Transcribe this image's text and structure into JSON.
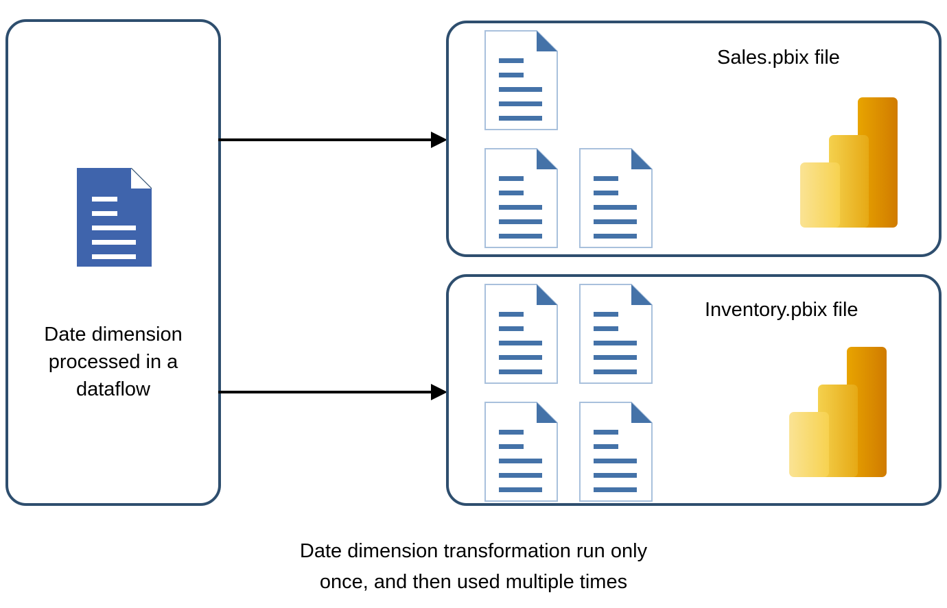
{
  "diagram": {
    "title_caption": "Date dimension transformation run only\nonce, and then used multiple times",
    "source": {
      "label": "Date dimension\nprocessed in a\ndataflow",
      "icon": "document-filled-icon"
    },
    "targets": [
      {
        "id": "sales",
        "label": "Sales.pbix file",
        "document_count": 3,
        "logo": "power-bi-logo"
      },
      {
        "id": "inventory",
        "label": "Inventory.pbix file",
        "document_count": 4,
        "logo": "power-bi-logo"
      }
    ],
    "arrows": [
      {
        "id": "arrow-to-sales",
        "icon": "arrow-right-icon"
      },
      {
        "id": "arrow-to-inventory",
        "icon": "arrow-right-icon"
      }
    ],
    "colors": {
      "box_border": "#2E4E6E",
      "doc_blue": "#4472A8",
      "doc_fill_blue": "#3F64AC",
      "doc_outline": "#A8C0DC",
      "arrow": "#000000",
      "pbi_light": "#F2C94C",
      "pbi_mid": "#E8B92F",
      "pbi_dark": "#D98F00",
      "background": "#FFFFFF"
    }
  }
}
